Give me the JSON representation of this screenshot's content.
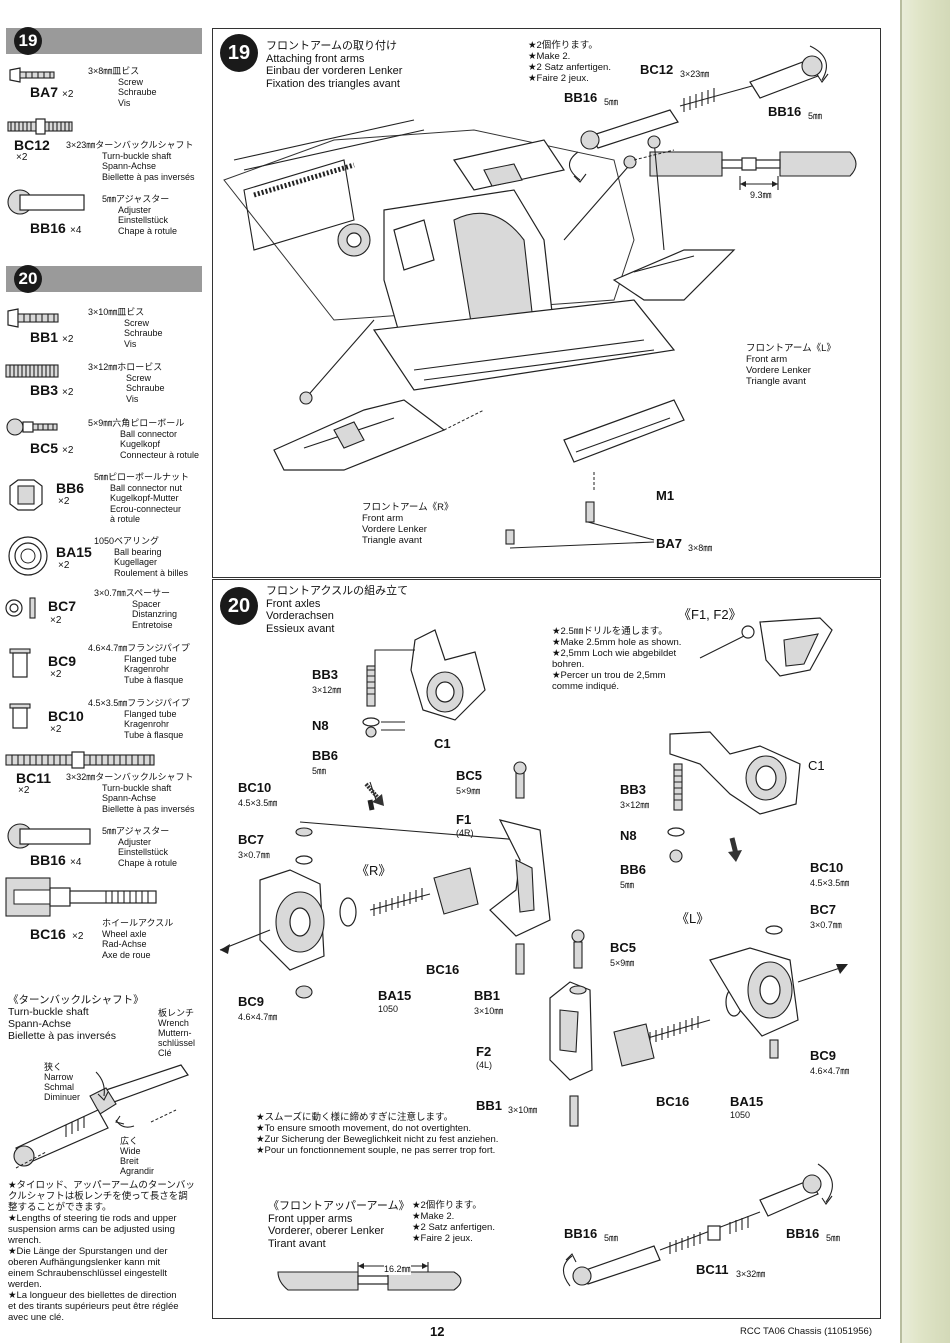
{
  "left": {
    "s19": {
      "num": "19",
      "parts": [
        {
          "code": "BA7",
          "qty": "×2",
          "lines": [
            "3×8㎜皿ビス",
            "Screw",
            "Schraube",
            "Vis"
          ]
        },
        {
          "code": "BC12",
          "qty": "×2",
          "lines": [
            "3×23㎜ターンバックルシャフト",
            "Turn-buckle shaft",
            "Spann-Achse",
            "Biellette à pas inversés"
          ]
        },
        {
          "code": "BB16",
          "qty": "×4",
          "lines": [
            "5㎜アジャスター",
            "Adjuster",
            "Einstellstück",
            "Chape à rotule"
          ]
        }
      ]
    },
    "s20": {
      "num": "20",
      "parts": [
        {
          "code": "BB1",
          "qty": "×2",
          "lines": [
            "3×10㎜皿ビス",
            "Screw",
            "Schraube",
            "Vis"
          ]
        },
        {
          "code": "BB3",
          "qty": "×2",
          "lines": [
            "3×12㎜ホロービス",
            "Screw",
            "Schraube",
            "Vis"
          ]
        },
        {
          "code": "BC5",
          "qty": "×2",
          "lines": [
            "5×9㎜六角ピローボール",
            "Ball connector",
            "Kugelkopf",
            "Connecteur à rotule"
          ]
        },
        {
          "code": "BB6",
          "qty": "×2",
          "lines": [
            "5㎜ピローボールナット",
            "Ball connector nut",
            "Kugelkopf-Mutter",
            "Ecrou-connecteur",
            "à rotule"
          ]
        },
        {
          "code": "BA15",
          "qty": "×2",
          "lines": [
            "1050ベアリング",
            "Ball bearing",
            "Kugellager",
            "Roulement à billes"
          ]
        },
        {
          "code": "BC7",
          "qty": "×2",
          "lines": [
            "3×0.7㎜スペーサー",
            "Spacer",
            "Distanzring",
            "Entretoise"
          ]
        },
        {
          "code": "BC9",
          "qty": "×2",
          "lines": [
            "4.6×4.7㎜フランジパイプ",
            "Flanged tube",
            "Kragenrohr",
            "Tube à flasque"
          ]
        },
        {
          "code": "BC10",
          "qty": "×2",
          "lines": [
            "4.5×3.5㎜フランジパイプ",
            "Flanged tube",
            "Kragenrohr",
            "Tube à flasque"
          ]
        },
        {
          "code": "BC11",
          "qty": "×2",
          "lines": [
            "3×32㎜ターンバックルシャフト",
            "Turn-buckle shaft",
            "Spann-Achse",
            "Biellette à pas inversés"
          ]
        },
        {
          "code": "BB16",
          "qty": "×4",
          "lines": [
            "5㎜アジャスター",
            "Adjuster",
            "Einstellstück",
            "Chape à rotule"
          ]
        },
        {
          "code": "BC16",
          "qty": "×2",
          "lines": [
            "ホイールアクスル",
            "Wheel axle",
            "Rad-Achse",
            "Axe de roue"
          ]
        }
      ]
    },
    "turnbuckle": {
      "title": [
        "《ターンバックルシャフト》",
        "Turn-buckle shaft",
        "Spann-Achse",
        "Biellette à pas inversés"
      ],
      "wrench": [
        "板レンチ",
        "Wrench",
        "Muttern-",
        "schlüssel",
        "Clé"
      ],
      "narrow": [
        "狭く",
        "Narrow",
        "Schmal",
        "Diminuer"
      ],
      "wide": [
        "広く",
        "Wide",
        "Breit",
        "Agrandir"
      ],
      "note": [
        "★タイロッド、アッパーアームのターンバッ",
        "クルシャフトは板レンチを使って長さを調",
        "整することができます。",
        "★Lengths of steering tie rods and upper",
        "suspension arms can be adjusted using",
        "wrench.",
        "★Die Länge der Spurstangen und der",
        "oberen Aufhängungslenker kann mit",
        "einem Schraubenschlüssel eingestellt",
        "werden.",
        "★La longueur des biellettes de direction",
        "et des tirants supérieurs peut être réglée",
        "avec une clé."
      ]
    }
  },
  "step19": {
    "num": "19",
    "title": [
      "フロントアームの取り付け",
      "Attaching front arms",
      "Einbau der vorderen Lenker",
      "Fixation des triangles avant"
    ],
    "make2": [
      "★2個作ります。",
      "★Make 2.",
      "★2 Satz anfertigen.",
      "★Faire 2 jeux."
    ],
    "bc12": "BC12",
    "bc12_size": "3×23㎜",
    "bb16": "BB16",
    "bb16_size": "5㎜",
    "gap": "9.3㎜",
    "arm_l": [
      "フロントアーム《L》",
      "Front arm",
      "Vordere Lenker",
      "Triangle avant"
    ],
    "arm_r": [
      "フロントアーム《R》",
      "Front arm",
      "Vordere Lenker",
      "Triangle avant"
    ],
    "m1": "M1",
    "ba7": "BA7",
    "ba7_size": "3×8㎜"
  },
  "step20": {
    "num": "20",
    "title": [
      "フロントアクスルの組み立て",
      "Front axles",
      "Vorderachsen",
      "Essieux avant"
    ],
    "f_title": "《F1, F2》",
    "drill": [
      "★2.5㎜ドリルを通します。",
      "★Make 2.5mm hole as shown.",
      "★2,5mm Loch wie abgebildet",
      "bohren.",
      "★Percer un trou de 2,5mm",
      "comme indiqué."
    ],
    "bb3": "BB3",
    "bb3_size": "3×12㎜",
    "n8": "N8",
    "bb6": "BB6",
    "bb6_size": "5㎜",
    "c1": "C1",
    "bc5": "BC5",
    "bc5_size": "5×9㎜",
    "f1": "F1",
    "f1_sub": "(4R)",
    "f2": "F2",
    "f2_sub": "(4L)",
    "bc10": "BC10",
    "bc10_size": "4.5×3.5㎜",
    "bc7": "BC7",
    "bc7_size": "3×0.7㎜",
    "bc9": "BC9",
    "bc9_size": "4.6×4.7㎜",
    "ba15": "BA15",
    "ba15_size": "1050",
    "bc16": "BC16",
    "bb1": "BB1",
    "bb1_size": "3×10㎜",
    "r": "《R》",
    "l": "《L》",
    "smooth": [
      "★スムーズに動く様に締めすぎに注意します。",
      "★To ensure smooth movement, do not overtighten.",
      "★Zur Sicherung der Beweglichkeit nicht zu fest anziehen.",
      "★Pour un fonctionnement souple, ne pas serrer trop fort."
    ],
    "upper_title": [
      "《フロントアッパーアーム》",
      "Front upper arms",
      "Vorderer, oberer Lenker",
      "Tirant avant"
    ],
    "upper_make2": [
      "★2個作ります。",
      "★Make 2.",
      "★2 Satz anfertigen.",
      "★Faire 2 jeux."
    ],
    "bb16": "BB16",
    "bb16_size": "5㎜",
    "bc11": "BC11",
    "bc11_size": "3×32㎜",
    "upper_gap": "16.2㎜"
  },
  "footer": {
    "page": "12",
    "model": "RCC TA06 Chassis (11051956)"
  }
}
